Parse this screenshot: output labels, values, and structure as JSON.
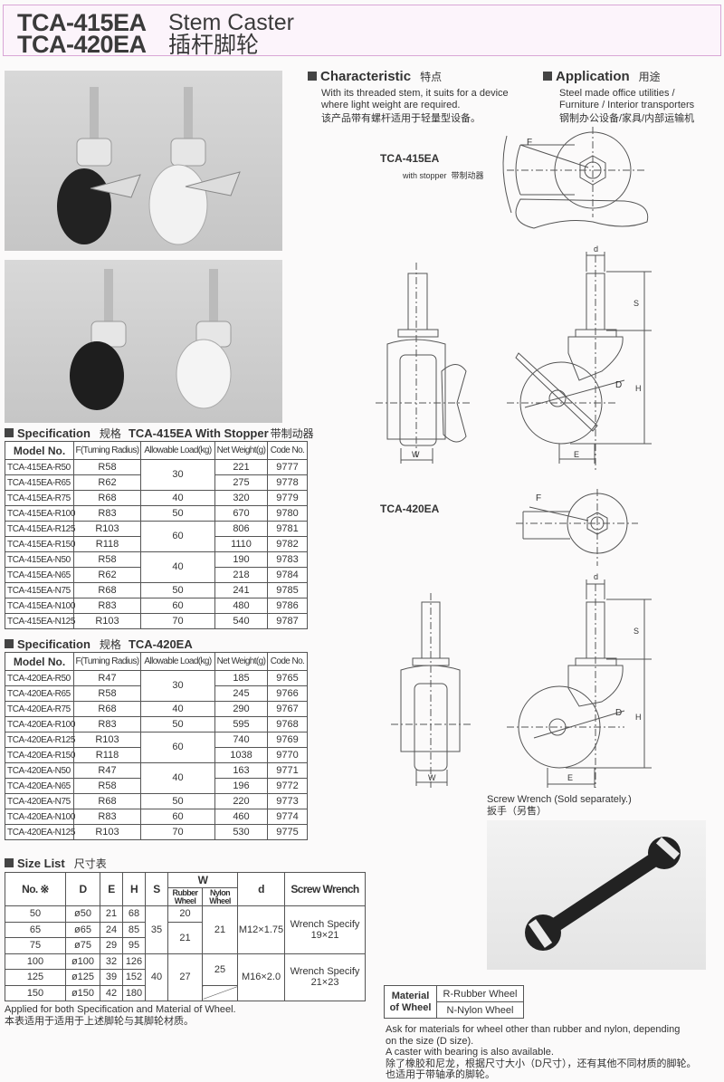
{
  "header": {
    "model1": "TCA-415EA",
    "model2": "TCA-420EA",
    "name_en": "Stem Caster",
    "name_cn": "插杆脚轮"
  },
  "characteristic": {
    "title": "Characteristic",
    "title_cn": "特点",
    "line1": "With its threaded stem, it suits for a device",
    "line2": "where light weight are required.",
    "cn": "该产品带有螺杆适用于轻量型设备。"
  },
  "application": {
    "title": "Application",
    "title_cn": "用途",
    "line1": "Steel made office utilities /",
    "line2": "Furniture / Interior transporters",
    "cn": "钢制办公设备/家具/内部运输机"
  },
  "drawings": {
    "label415": "TCA-415EA",
    "stopper": "with stopper",
    "stopper_cn": "带制动器",
    "label420": "TCA-420EA",
    "dims": {
      "F": "F",
      "d": "d",
      "S": "S",
      "H": "H",
      "D": "D",
      "W": "W",
      "E": "E"
    }
  },
  "spec_headers": [
    "Model No.",
    "F(Turning Radius)",
    "Allowable Load(kg)",
    "Net Weight(g)",
    "Code No."
  ],
  "spec415": {
    "title": "Specification",
    "title_cn": "规格",
    "model": "TCA-415EA With Stopper",
    "model_cn": "带制动器",
    "rows": [
      [
        "TCA-415EA-R50",
        "R58",
        "30",
        "221",
        "9777"
      ],
      [
        "TCA-415EA-R65",
        "R62",
        "30",
        "275",
        "9778"
      ],
      [
        "TCA-415EA-R75",
        "R68",
        "40",
        "320",
        "9779"
      ],
      [
        "TCA-415EA-R100",
        "R83",
        "50",
        "670",
        "9780"
      ],
      [
        "TCA-415EA-R125",
        "R103",
        "60",
        "806",
        "9781"
      ],
      [
        "TCA-415EA-R150",
        "R118",
        "60",
        "1110",
        "9782"
      ],
      [
        "TCA-415EA-N50",
        "R58",
        "40",
        "190",
        "9783"
      ],
      [
        "TCA-415EA-N65",
        "R62",
        "40",
        "218",
        "9784"
      ],
      [
        "TCA-415EA-N75",
        "R68",
        "50",
        "241",
        "9785"
      ],
      [
        "TCA-415EA-N100",
        "R83",
        "60",
        "480",
        "9786"
      ],
      [
        "TCA-415EA-N125",
        "R103",
        "70",
        "540",
        "9787"
      ]
    ]
  },
  "spec420": {
    "title": "Specification",
    "title_cn": "规格",
    "model": "TCA-420EA",
    "rows": [
      [
        "TCA-420EA-R50",
        "R47",
        "30",
        "185",
        "9765"
      ],
      [
        "TCA-420EA-R65",
        "R58",
        "30",
        "245",
        "9766"
      ],
      [
        "TCA-420EA-R75",
        "R68",
        "40",
        "290",
        "9767"
      ],
      [
        "TCA-420EA-R100",
        "R83",
        "50",
        "595",
        "9768"
      ],
      [
        "TCA-420EA-R125",
        "R103",
        "60",
        "740",
        "9769"
      ],
      [
        "TCA-420EA-R150",
        "R118",
        "60",
        "1038",
        "9770"
      ],
      [
        "TCA-420EA-N50",
        "R47",
        "40",
        "163",
        "9771"
      ],
      [
        "TCA-420EA-N65",
        "R58",
        "40",
        "196",
        "9772"
      ],
      [
        "TCA-420EA-N75",
        "R68",
        "50",
        "220",
        "9773"
      ],
      [
        "TCA-420EA-N100",
        "R83",
        "60",
        "460",
        "9774"
      ],
      [
        "TCA-420EA-N125",
        "R103",
        "70",
        "530",
        "9775"
      ]
    ]
  },
  "size": {
    "title": "Size List",
    "title_cn": "尺寸表",
    "h": {
      "no": "No. ※",
      "D": "D",
      "E": "E",
      "H": "H",
      "S": "S",
      "W": "W",
      "rubber": "Rubber Wheel",
      "nylon": "Nylon Wheel",
      "d": "d",
      "wrench": "Screw Wrench"
    },
    "rows": [
      [
        "50",
        "ø50",
        "21",
        "68"
      ],
      [
        "65",
        "ø65",
        "24",
        "85"
      ],
      [
        "75",
        "ø75",
        "29",
        "95"
      ],
      [
        "100",
        "ø100",
        "32",
        "126"
      ],
      [
        "125",
        "ø125",
        "39",
        "152"
      ],
      [
        "150",
        "ø150",
        "42",
        "180"
      ]
    ],
    "S1": "35",
    "S2": "40",
    "rub1": "20",
    "rub2": "21",
    "rub3": "27",
    "nyl1": "21",
    "nyl2": "25",
    "d1": "M12×1.75",
    "d2": "M16×2.0",
    "wr1a": "Wrench Specify",
    "wr1b": "19×21",
    "wr2a": "Wrench Specify",
    "wr2b": "21×23",
    "note": "Applied for both Specification and Material of Wheel.",
    "note_cn": "本表适用于适用于上述脚轮与其脚轮材质。"
  },
  "wrench": {
    "label": "Screw Wrench (Sold separately.)",
    "label_cn": "扳手（另售）"
  },
  "material": {
    "head1": "Material",
    "head2": "of Wheel",
    "r": "R-Rubber Wheel",
    "n": "N-Nylon Wheel",
    "notes": [
      "Ask for materials for wheel other than rubber and nylon, depending",
      "on the size (D size).",
      "A caster with bearing is also available.",
      "除了橡胶和尼龙，根据尺寸大小（D尺寸），还有其他不同材质的脚轮。",
      "也适用于带轴承的脚轮。"
    ]
  }
}
